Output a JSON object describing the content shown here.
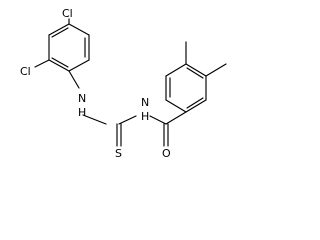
{
  "molecule": {
    "atom_labels": {
      "cl_top": "Cl",
      "cl_ortho": "Cl",
      "nh_left": "N",
      "h_left": "H",
      "nh_right": "N",
      "h_right": "H",
      "sulfur": "S",
      "oxygen": "O"
    },
    "colors": {
      "bond": "#000000",
      "label": "#000000",
      "background": "#ffffff"
    }
  }
}
